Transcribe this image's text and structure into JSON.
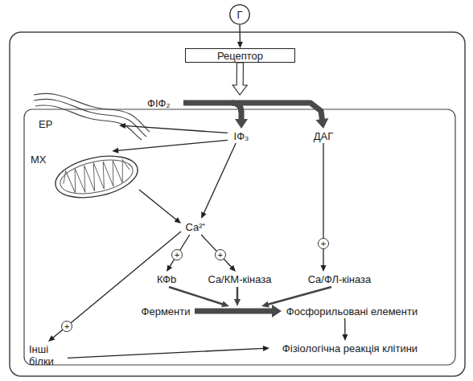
{
  "diagram": {
    "nodes": [
      {
        "text": [
          "Г"
        ]
      },
      {
        "text": [
          "Рецептор"
        ]
      },
      {
        "text": [
          "ФІФ₂"
        ]
      },
      {
        "text": [
          "ІФ₃"
        ]
      },
      {
        "text": [
          "ДАГ"
        ]
      },
      {
        "text": [
          "ЕР"
        ]
      },
      {
        "text": [
          "МХ"
        ]
      },
      {
        "text": [
          "Ca²⁺"
        ]
      },
      {
        "text": [
          "КФb"
        ]
      },
      {
        "text": [
          "Ca/КМ-кіназа"
        ]
      },
      {
        "text": [
          "Ca/ФЛ-кіназа"
        ]
      },
      {
        "text": [
          "Ферменти"
        ]
      },
      {
        "text": [
          "Фосфорильовані елементи"
        ]
      },
      {
        "text": [
          "Інші білки"
        ]
      },
      {
        "text": [
          "Фізіологічна реакція клітини"
        ]
      }
    ],
    "edges": [
      {
        "from": 0,
        "to": 1,
        "arrow": "to"
      },
      {
        "from": 1,
        "to": 2,
        "arrow": "to"
      },
      {
        "from": 2,
        "to": 3,
        "arrow": "to"
      },
      {
        "from": 2,
        "to": 4,
        "arrow": "to"
      },
      {
        "from": 3,
        "to": 5,
        "arrow": "to"
      },
      {
        "from": 3,
        "to": 6,
        "arrow": "to"
      },
      {
        "from": 3,
        "to": 7,
        "arrow": "to"
      },
      {
        "from": 6,
        "to": 7,
        "arrow": "to"
      },
      {
        "from": 7,
        "to": 8,
        "label": "+",
        "arrow": "to"
      },
      {
        "from": 7,
        "to": 9,
        "label": "+",
        "arrow": "to"
      },
      {
        "from": 7,
        "to": 13,
        "label": "+",
        "arrow": "to"
      },
      {
        "from": 4,
        "to": 10,
        "label": "+",
        "arrow": "to"
      },
      {
        "from": 11,
        "to": 12,
        "arrow": "to"
      },
      {
        "from": 12,
        "to": 14,
        "arrow": "to"
      },
      {
        "from": 13,
        "to": 14,
        "arrow": "to"
      }
    ]
  }
}
